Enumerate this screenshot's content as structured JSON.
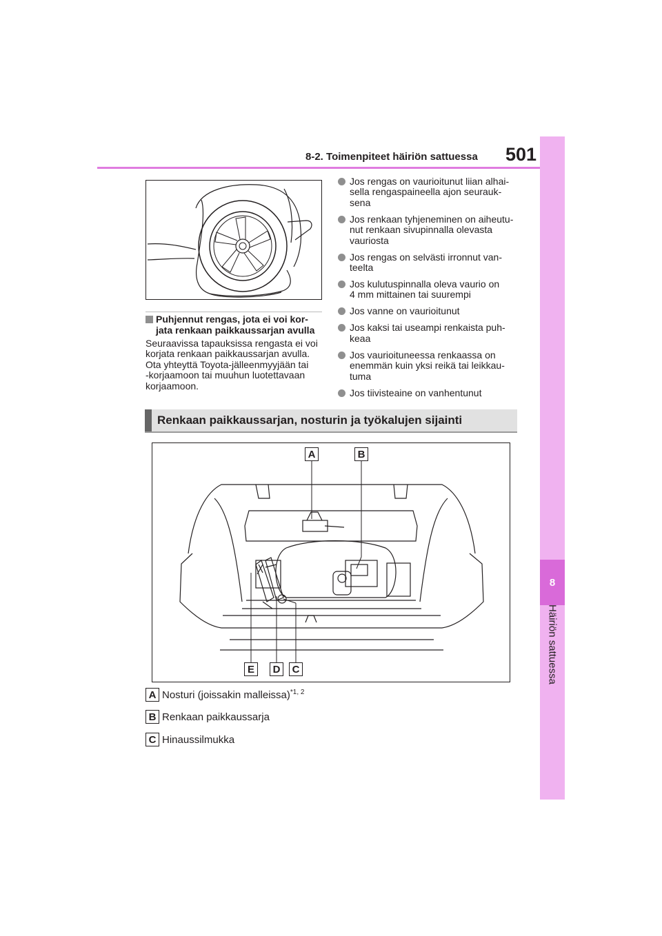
{
  "header": {
    "section": "8-2. Toimenpiteet häiriön sattuessa",
    "page_number": "501"
  },
  "side_tab": {
    "number": "8",
    "label": "Häiriön sattuessa"
  },
  "cannot_repair": {
    "title_line1": "Puhjennut rengas, jota ei voi kor-",
    "title_line2": "jata renkaan paikkaussarjan avulla",
    "body": [
      "Seuraavissa tapauksissa rengasta ei voi",
      "korjata renkaan paikkaussarjan avulla.",
      "Ota yhteyttä Toyota-jälleenmyyjään tai",
      "-korjaamoon tai muuhun luotettavaan",
      "korjaamoon."
    ]
  },
  "bullets": [
    {
      "l1": "Jos rengas on vaurioitunut liian alhai-",
      "l2": "sella rengaspaineella ajon seurauk-",
      "l3": "sena"
    },
    {
      "l1": "Jos renkaan tyhjeneminen on aiheutu-",
      "l2": "nut renkaan sivupinnalla olevasta",
      "l3": "vauriosta"
    },
    {
      "l1": "Jos rengas on selvästi irronnut van-",
      "l2": "teelta"
    },
    {
      "l1": "Jos kulutuspinnalla oleva vaurio on",
      "l2": "4 mm mittainen tai suurempi"
    },
    {
      "l1": "Jos vanne on vaurioitunut"
    },
    {
      "l1": "Jos kaksi tai useampi renkaista puh-",
      "l2": "keaa"
    },
    {
      "l1": "Jos vaurioituneessa renkaassa on",
      "l2": "enemmän kuin yksi reikä tai leikkau-",
      "l3": "tuma"
    },
    {
      "l1": "Jos tiivisteaine on vanhentunut"
    }
  ],
  "location_section": {
    "title": "Renkaan paikkaussarjan, nosturin ja työkalujen sijainti"
  },
  "figure_labels": {
    "a": "A",
    "b": "B",
    "c": "C",
    "d": "D",
    "e": "E"
  },
  "legend": [
    {
      "key": "A",
      "text": "Nosturi (joissakin malleissa)",
      "sup": "*1, 2"
    },
    {
      "key": "B",
      "text": "Renkaan paikkaussarja"
    },
    {
      "key": "C",
      "text": "Hinaussilmukka"
    }
  ]
}
